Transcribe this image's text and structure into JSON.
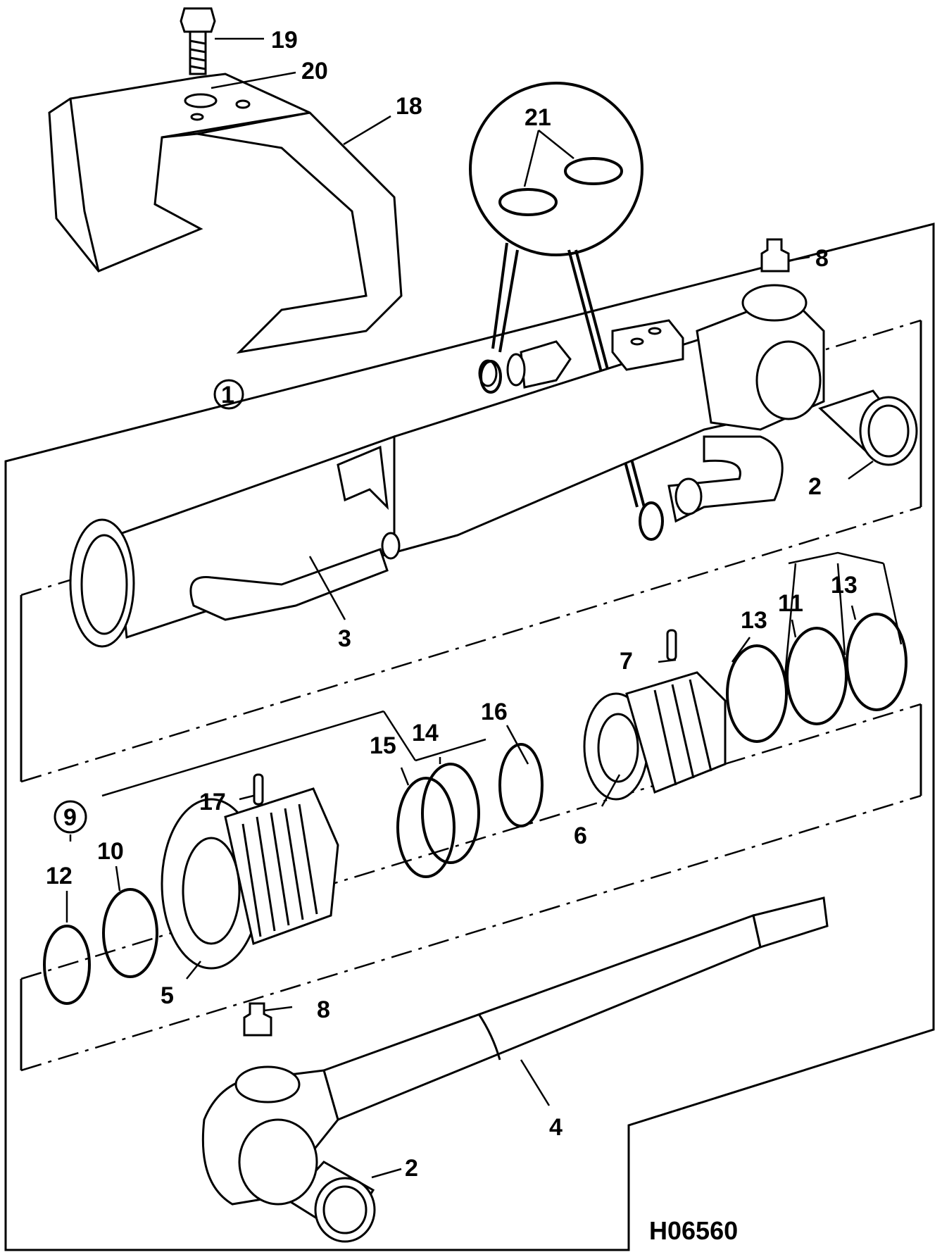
{
  "drawing_ref": "H06560",
  "callouts": {
    "c1": "1",
    "c2a": "2",
    "c2b": "2",
    "c3": "3",
    "c4": "4",
    "c5": "5",
    "c6": "6",
    "c7": "7",
    "c8a": "8",
    "c8b": "8",
    "c9": "9",
    "c10": "10",
    "c11": "11",
    "c12": "12",
    "c13a": "13",
    "c13b": "13",
    "c14": "14",
    "c15": "15",
    "c16": "16",
    "c17": "17",
    "c18": "18",
    "c19": "19",
    "c20": "20",
    "c21": "21"
  }
}
